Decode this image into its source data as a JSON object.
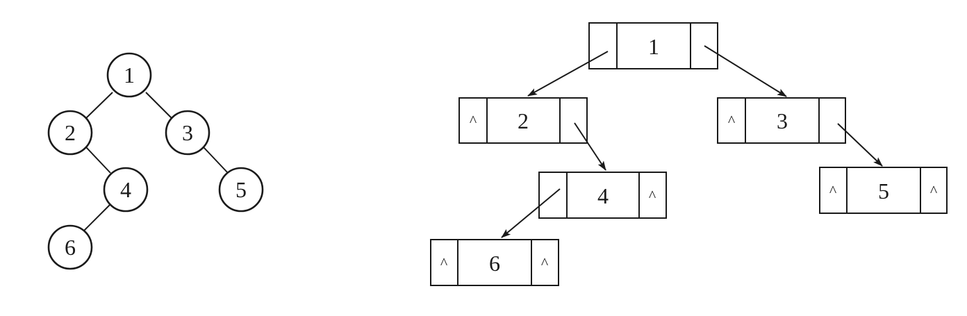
{
  "null_pointer_symbol": "^",
  "tree": {
    "nodes": [
      {
        "id": "1",
        "label": "1"
      },
      {
        "id": "2",
        "label": "2"
      },
      {
        "id": "3",
        "label": "3"
      },
      {
        "id": "4",
        "label": "4"
      },
      {
        "id": "5",
        "label": "5"
      },
      {
        "id": "6",
        "label": "6"
      }
    ],
    "edges": [
      {
        "from": "1",
        "to": "2"
      },
      {
        "from": "1",
        "to": "3"
      },
      {
        "from": "2",
        "to": "4"
      },
      {
        "from": "3",
        "to": "5"
      },
      {
        "from": "4",
        "to": "6"
      }
    ]
  },
  "linked_list": {
    "nodes": [
      {
        "id": "1",
        "label": "1",
        "left": "2",
        "right": "3"
      },
      {
        "id": "2",
        "label": "2",
        "left": null,
        "right": "4"
      },
      {
        "id": "3",
        "label": "3",
        "left": null,
        "right": "5"
      },
      {
        "id": "4",
        "label": "4",
        "left": "6",
        "right": null
      },
      {
        "id": "5",
        "label": "5",
        "left": null,
        "right": null
      },
      {
        "id": "6",
        "label": "6",
        "left": null,
        "right": null
      }
    ]
  }
}
